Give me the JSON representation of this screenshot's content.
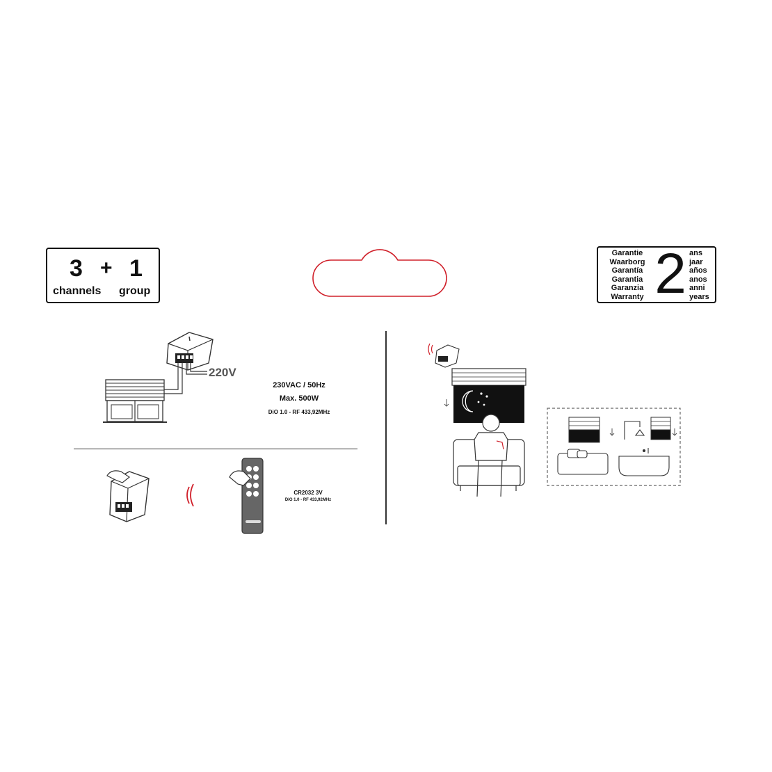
{
  "channels_badge": {
    "channels_count": "3",
    "plus": "+",
    "group_count": "1",
    "channels_label": "channels",
    "group_label": "group"
  },
  "warranty_badge": {
    "left_labels": [
      "Garantie",
      "Waarborg",
      "Garantía",
      "Garantia",
      "Garanzia",
      "Warranty"
    ],
    "years_number": "2",
    "right_labels": [
      "ans",
      "jaar",
      "años",
      "anos",
      "anni",
      "years"
    ]
  },
  "wiring": {
    "voltage_label": "220V",
    "spec_line1": "230VAC / 50Hz",
    "spec_line2": "Max. 500W",
    "spec_line3": "DiO 1.0 - RF 433,92MHz"
  },
  "pairing": {
    "battery_label": "CR2032 3V",
    "rf_label": "DiO 1.0 - RF 433,92MHz"
  },
  "colors": {
    "accent_red": "#d0202a",
    "line": "#333333",
    "black_panel": "#111111"
  }
}
